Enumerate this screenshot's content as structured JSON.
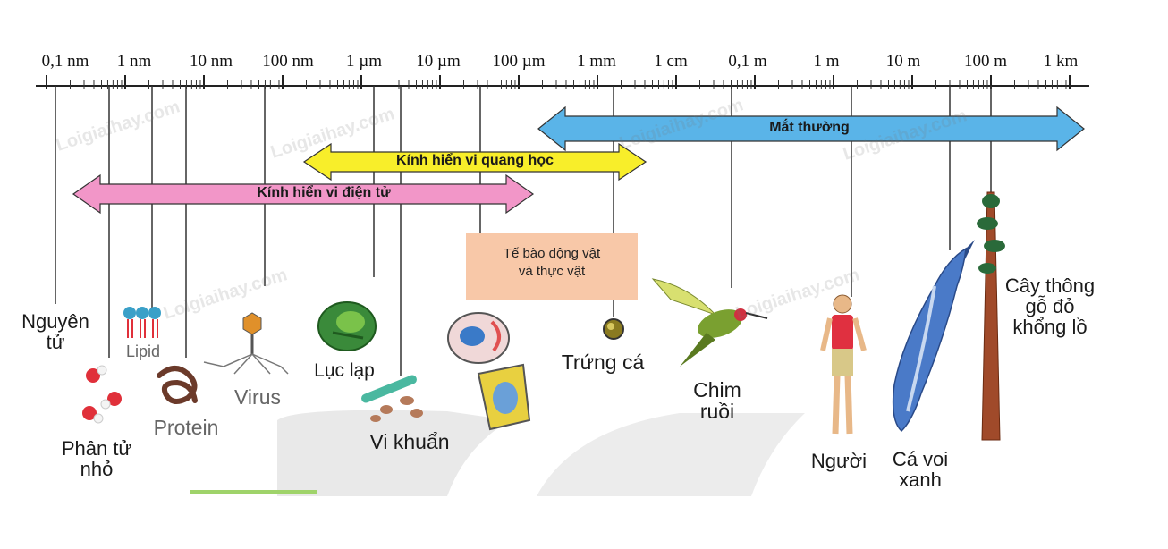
{
  "scale": {
    "labels": [
      "0,1 nm",
      "1 nm",
      "10 nm",
      "100 nm",
      "1 µm",
      "10 µm",
      "100 µm",
      "1 mm",
      "1 cm",
      "0,1 m",
      "1 m",
      "10 m",
      "100 m",
      "1 km"
    ]
  },
  "ranges": {
    "eye": "Mắt thường",
    "light_microscope": "Kính hiển vi quang học",
    "electron_microscope": "Kính hiển vi điện tử"
  },
  "objects": {
    "atom_l1": "Nguyên",
    "atom_l2": "tử",
    "small_molecule_l1": "Phân tử",
    "small_molecule_l2": "nhỏ",
    "lipid": "Lipid",
    "protein": "Protein",
    "virus": "Virus",
    "chloroplast": "Lục lạp",
    "bacteria": "Vi khuẩn",
    "cell_box_l1": "Tế bào động vật",
    "cell_box_l2": "và thực vật",
    "fish_egg": "Trứng cá",
    "hummingbird_l1": "Chim",
    "hummingbird_l2": "ruồi",
    "human": "Người",
    "whale_l1": "Cá voi",
    "whale_l2": "xanh",
    "tree_l1": "Cây thông",
    "tree_l2": "gỗ đỏ",
    "tree_l3": "khổng lồ"
  },
  "watermark": "Loigiaihay.com",
  "colors": {
    "eye_arrow": "#5ab4e8",
    "light_arrow": "#f8ee2a",
    "electron_arrow": "#f296c8",
    "cell_box": "#f8c8a8"
  }
}
